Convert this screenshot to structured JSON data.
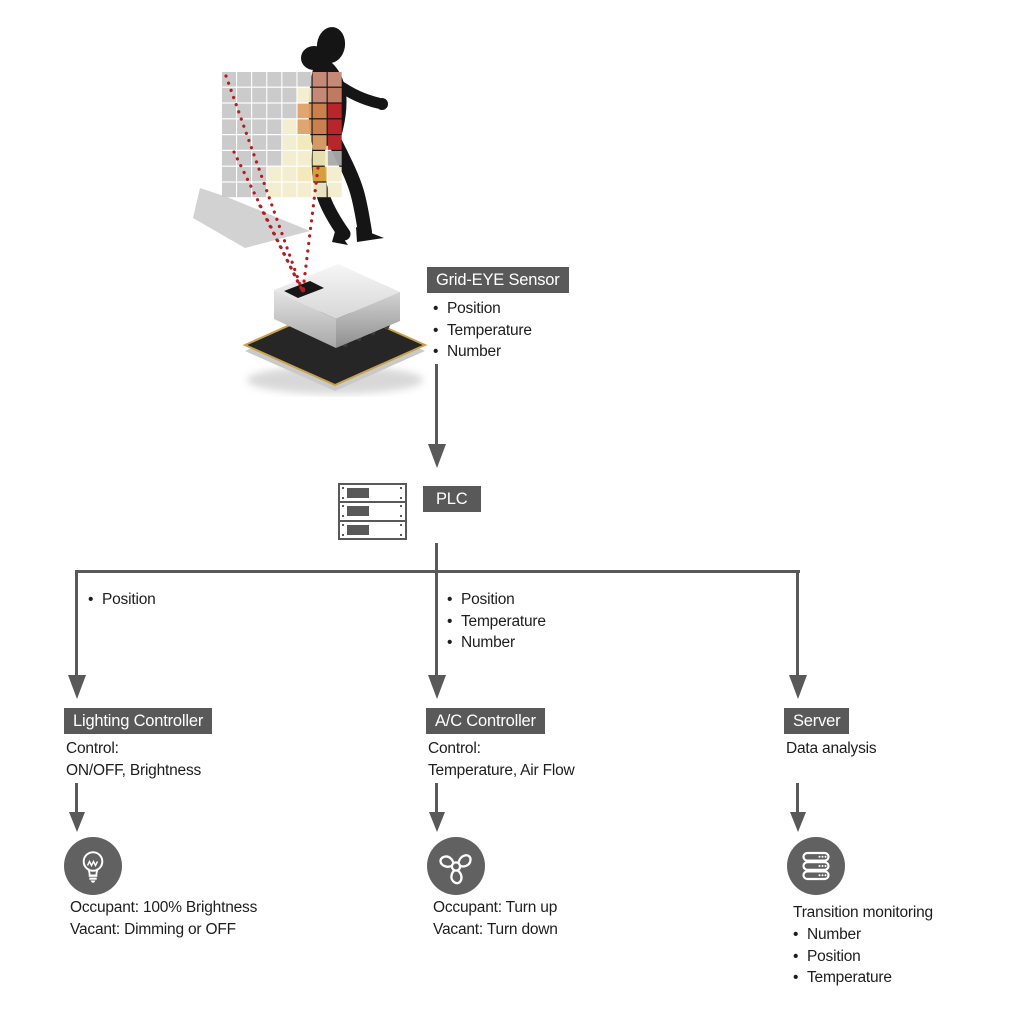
{
  "palette": {
    "dark_gray": "#595959",
    "icon_gray": "#616161",
    "text": "#1d1d1d",
    "dot_red": "#b51d22"
  },
  "sensor_photo": {
    "subject": "person-walking-thermal-grid-overlay",
    "thermal_grid": {
      "rows": [
        [
          "#c8c8c8",
          "#c8c8c8",
          "#c8c8c8",
          "#c8c8c8",
          "#c8c8c8",
          "#c8c8c8",
          "#cf8f7c",
          "#cf8f7c"
        ],
        [
          "#c8c8c8",
          "#c8c8c8",
          "#c8c8c8",
          "#c8c8c8",
          "#c8c8c8",
          "#f3edcd",
          "#cf8f7c",
          "#c97f63"
        ],
        [
          "#c8c8c8",
          "#c8c8c8",
          "#c8c8c8",
          "#c8c8c8",
          "#c8c8c8",
          "#dfa067",
          "#d4854f",
          "#c1272d"
        ],
        [
          "#c8c8c8",
          "#c8c8c8",
          "#c8c8c8",
          "#c8c8c8",
          "#f3edcd",
          "#dfa067",
          "#d4854f",
          "#c1272d"
        ],
        [
          "#c8c8c8",
          "#c8c8c8",
          "#c8c8c8",
          "#c8c8c8",
          "#f3edcd",
          "#f1e9b6",
          "#dfa067",
          "#c1272d"
        ],
        [
          "#c8c8c8",
          "#c8c8c8",
          "#c8c8c8",
          "#c8c8c8",
          "#f3edcd",
          "#f3edcd",
          "#f1e9b6",
          "#a9a9a9"
        ],
        [
          "#c8c8c8",
          "#c8c8c8",
          "#c8c8c8",
          "#f3edcd",
          "#f3edcd",
          "#f1e9b6",
          "#e2a73e",
          "#f3edcd"
        ],
        [
          "#c8c8c8",
          "#c8c8c8",
          "#c8c8c8",
          "#f3edcd",
          "#f3edcd",
          "#f3edcd",
          "#f3edcd",
          "#f3edcd"
        ]
      ]
    }
  },
  "grideye": {
    "label": "Grid-EYE Sensor",
    "bullets": [
      "Position",
      "Temperature",
      "Number"
    ]
  },
  "plc": {
    "label": "PLC"
  },
  "branches": {
    "left": {
      "signal_bullets": [
        "Position"
      ],
      "label": "Lighting Controller",
      "detail_lines": [
        "Control:",
        "ON/OFF, Brightness"
      ],
      "icon": "light-bulb-icon",
      "outcome_lines": [
        "Occupant: 100% Brightness",
        "Vacant: Dimming or OFF"
      ]
    },
    "middle": {
      "signal_bullets": [
        "Position",
        "Temperature",
        "Number"
      ],
      "label": "A/C Controller",
      "detail_lines": [
        "Control:",
        "Temperature, Air Flow"
      ],
      "icon": "fan-icon",
      "outcome_lines": [
        "Occupant: Turn up",
        "Vacant: Turn down"
      ]
    },
    "right": {
      "label": "Server",
      "detail_lines": [
        "Data analysis"
      ],
      "icon": "server-stack-icon",
      "outcome_title": "Transition monitoring",
      "outcome_bullets": [
        "Number",
        "Position",
        "Temperature"
      ]
    }
  }
}
